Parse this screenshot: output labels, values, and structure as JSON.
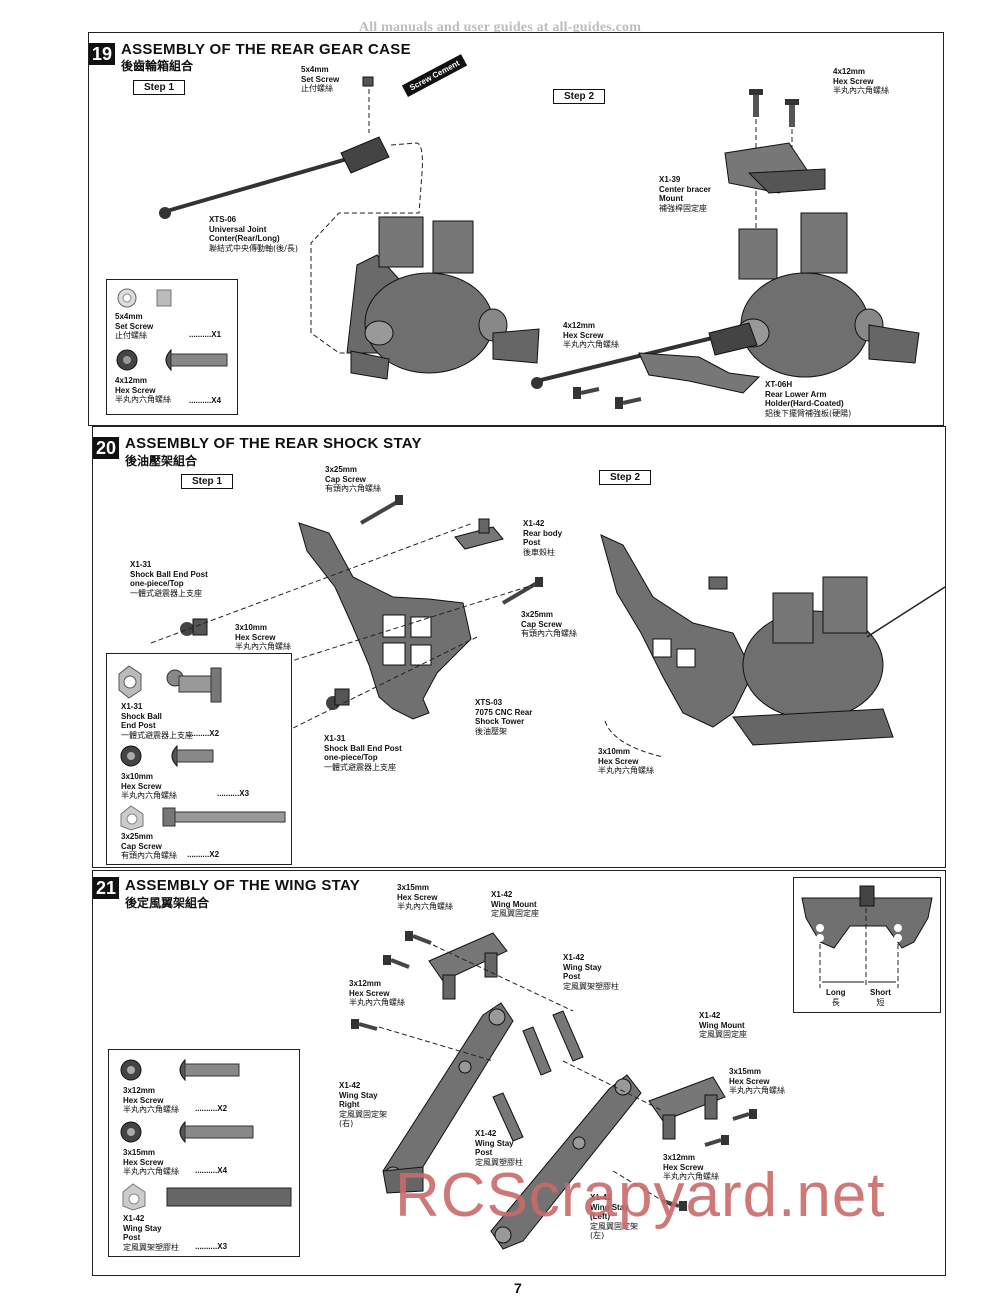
{
  "header": "All manuals and user guides at all-guides.com",
  "watermark": "RCScrapyard.net",
  "page_number": "7",
  "sections": [
    {
      "number": "19",
      "title": "ASSEMBLY OF THE REAR GEAR CASE",
      "title_cn": "後齒輪箱組合",
      "step1": "Step 1",
      "step2": "Step 2",
      "screw_cement": "Screw Cement",
      "labels": {
        "set_screw": {
          "l1": "5x4mm",
          "l2": "Set Screw",
          "cn": "止付螺絲"
        },
        "universal": {
          "l1": "XTS-06",
          "l2": "Universal Joint",
          "l3": "Conter(Rear/Long)",
          "cn": "聯結式中央傳動軸(後/長)"
        },
        "hex_top": {
          "l1": "4x12mm",
          "l2": "Hex Screw",
          "cn": "半丸內六角螺絲"
        },
        "center_bracer": {
          "l1": "X1-39",
          "l2": "Center bracer",
          "l3": "Mount",
          "cn": "補強桿固定座"
        },
        "hex_bottom": {
          "l1": "4x12mm",
          "l2": "Hex Screw",
          "cn": "半丸內六角螺絲"
        },
        "rear_lower": {
          "l1": "XT-06H",
          "l2": "Rear Lower Arm",
          "l3": "Holder(Hard-Coated)",
          "cn": "鋁後下擺臂補強板(硬陽)"
        }
      },
      "parts": [
        {
          "l1": "5x4mm",
          "l2": "Set Screw",
          "cn": "止付螺絲",
          "qty": "..........X1"
        },
        {
          "l1": "4x12mm",
          "l2": "Hex Screw",
          "cn": "半丸內六角螺絲",
          "qty": "..........X4"
        }
      ]
    },
    {
      "number": "20",
      "title": "ASSEMBLY OF THE REAR SHOCK STAY",
      "title_cn": "後油壓架組合",
      "step1": "Step 1",
      "step2": "Step 2",
      "labels": {
        "cap_top": {
          "l1": "3x25mm",
          "l2": "Cap Screw",
          "cn": "有頭內六角螺絲"
        },
        "ball_top": {
          "l1": "X1-31",
          "l2": "Shock Ball End Post",
          "l3": "one-piece/Top",
          "cn": "一體式避震器上支座"
        },
        "body_post": {
          "l1": "X1-42",
          "l2": "Rear body",
          "l3": "Post",
          "cn": "後車殼柱"
        },
        "cap_mid": {
          "l1": "3x25mm",
          "l2": "Cap Screw",
          "cn": "有頭內六角螺絲"
        },
        "hex_mid": {
          "l1": "3x10mm",
          "l2": "Hex Screw",
          "cn": "半丸內六角螺絲"
        },
        "tower": {
          "l1": "XTS-03",
          "l2": "7075 CNC Rear",
          "l3": "Shock Tower",
          "cn": "後油壓架"
        },
        "ball_bot": {
          "l1": "X1-31",
          "l2": "Shock Ball End Post",
          "l3": "one-piece/Top",
          "cn": "一體式避震器上支座"
        },
        "hex_step2": {
          "l1": "3x10mm",
          "l2": "Hex Screw",
          "cn": "半丸內六角螺絲"
        }
      },
      "parts": [
        {
          "l1": "X1-31",
          "l2": "Shock Ball",
          "l3": "End Post",
          "cn": "一體式避震器上支座",
          "qty": "..........X2"
        },
        {
          "l1": "3x10mm",
          "l2": "Hex Screw",
          "cn": "半丸內六角螺絲",
          "qty": "..........X3"
        },
        {
          "l1": "3x25mm",
          "l2": "Cap Screw",
          "cn": "有頭內六角螺絲",
          "qty": "..........X2"
        }
      ]
    },
    {
      "number": "21",
      "title": "ASSEMBLY OF THE WING STAY",
      "title_cn": "後定風翼架組合",
      "labels": {
        "hex15_top": {
          "l1": "3x15mm",
          "l2": "Hex Screw",
          "cn": "半丸內六角螺絲"
        },
        "wing_mount_top": {
          "l1": "X1-42",
          "l2": "Wing Mount",
          "cn": "定風翼固定座"
        },
        "hex12_left": {
          "l1": "3x12mm",
          "l2": "Hex Screw",
          "cn": "半丸內六角螺絲"
        },
        "post_top": {
          "l1": "X1-42",
          "l2": "Wing Stay",
          "l3": "Post",
          "cn": "定風翼架塑膠柱"
        },
        "wing_mount_right": {
          "l1": "X1-42",
          "l2": "Wing Mount",
          "cn": "定風翼固定座"
        },
        "stay_right": {
          "l1": "X1-42",
          "l2": "Wing Stay",
          "l3": "Right",
          "cn": "定風翼固定架",
          "cn2": "(右)"
        },
        "post_bottom": {
          "l1": "X1-42",
          "l2": "Wing Stay",
          "l3": "Post",
          "cn": "定風翼塑膠柱"
        },
        "hex15_right": {
          "l1": "3x15mm",
          "l2": "Hex Screw",
          "cn": "半丸內六角螺絲"
        },
        "hex12_right": {
          "l1": "3x12mm",
          "l2": "Hex Screw",
          "cn": "半丸內六角螺絲"
        },
        "stay_left": {
          "l1": "X1-42",
          "l2": "Wing Stay",
          "l3": "(Left)",
          "cn": "定風翼固定架",
          "cn2": "(左)"
        }
      },
      "inset": {
        "long": "Long",
        "long_cn": "長",
        "short": "Short",
        "short_cn": "短"
      },
      "parts": [
        {
          "l1": "3x12mm",
          "l2": "Hex Screw",
          "cn": "半丸內六角螺絲",
          "qty": "..........X2"
        },
        {
          "l1": "3x15mm",
          "l2": "Hex Screw",
          "cn": "半丸內六角螺絲",
          "qty": "..........X4"
        },
        {
          "l1": "X1-42",
          "l2": "Wing Stay",
          "l3": "Post",
          "cn": "定風翼架塑膠柱",
          "qty": "..........X3"
        }
      ]
    }
  ]
}
